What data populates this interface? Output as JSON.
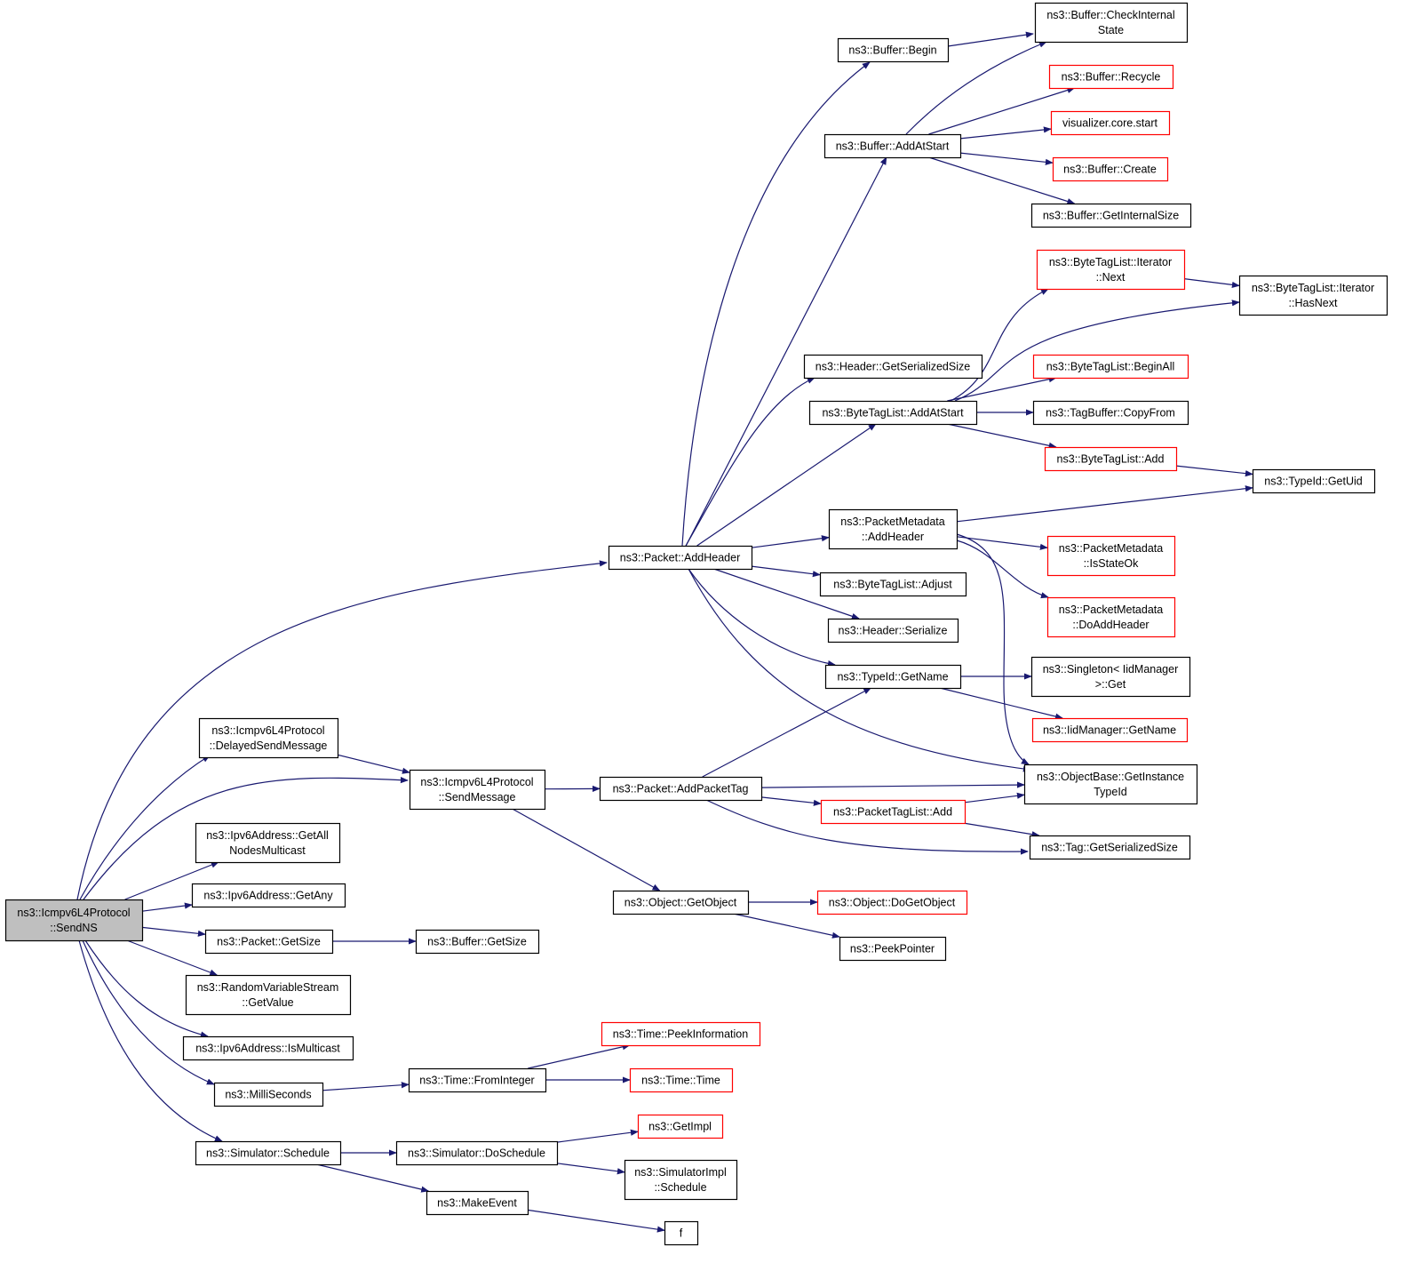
{
  "colors": {
    "edge": "#191970",
    "border_normal": "#000000",
    "border_truncated": "#ff0000",
    "root_fill": "#bfbfbf"
  },
  "nodes": {
    "root": {
      "lines": [
        "ns3::Icmpv6L4Protocol",
        "::SendNS"
      ],
      "style": "root"
    },
    "delayed": {
      "lines": [
        "ns3::Icmpv6L4Protocol",
        "::DelayedSendMessage"
      ],
      "style": "normal"
    },
    "sendmsg": {
      "lines": [
        "ns3::Icmpv6L4Protocol",
        "::SendMessage"
      ],
      "style": "normal"
    },
    "getallnodes": {
      "lines": [
        "ns3::Ipv6Address::GetAll",
        "NodesMulticast"
      ],
      "style": "normal"
    },
    "getany": {
      "lines": [
        "ns3::Ipv6Address::GetAny"
      ],
      "style": "normal"
    },
    "pktgetsize": {
      "lines": [
        "ns3::Packet::GetSize"
      ],
      "style": "normal"
    },
    "bufgetsize": {
      "lines": [
        "ns3::Buffer::GetSize"
      ],
      "style": "normal"
    },
    "rvsgetvalue": {
      "lines": [
        "ns3::RandomVariableStream",
        "::GetValue"
      ],
      "style": "normal"
    },
    "ismulticast": {
      "lines": [
        "ns3::Ipv6Address::IsMulticast"
      ],
      "style": "normal"
    },
    "milliseconds": {
      "lines": [
        "ns3::MilliSeconds"
      ],
      "style": "normal"
    },
    "fromint": {
      "lines": [
        "ns3::Time::FromInteger"
      ],
      "style": "normal"
    },
    "peekinfo": {
      "lines": [
        "ns3::Time::PeekInformation"
      ],
      "style": "truncated"
    },
    "timetime": {
      "lines": [
        "ns3::Time::Time"
      ],
      "style": "truncated"
    },
    "simschedule": {
      "lines": [
        "ns3::Simulator::Schedule"
      ],
      "style": "normal"
    },
    "dosched": {
      "lines": [
        "ns3::Simulator::DoSchedule"
      ],
      "style": "normal"
    },
    "getimpl": {
      "lines": [
        "ns3::GetImpl"
      ],
      "style": "truncated"
    },
    "simimplsched": {
      "lines": [
        "ns3::SimulatorImpl",
        "::Schedule"
      ],
      "style": "normal"
    },
    "makeevent": {
      "lines": [
        "ns3::MakeEvent"
      ],
      "style": "normal"
    },
    "f": {
      "lines": [
        "f"
      ],
      "style": "normal"
    },
    "addpackettag": {
      "lines": [
        "ns3::Packet::AddPacketTag"
      ],
      "style": "normal"
    },
    "objgetobject": {
      "lines": [
        "ns3::Object::GetObject"
      ],
      "style": "normal"
    },
    "dogetobject": {
      "lines": [
        "ns3::Object::DoGetObject"
      ],
      "style": "truncated"
    },
    "peekpointer": {
      "lines": [
        "ns3::PeekPointer"
      ],
      "style": "normal"
    },
    "pkttaglistadd": {
      "lines": [
        "ns3::PacketTagList::Add"
      ],
      "style": "truncated"
    },
    "getinstancetypeid": {
      "lines": [
        "ns3::ObjectBase::GetInstance",
        "TypeId"
      ],
      "style": "normal"
    },
    "taggetser": {
      "lines": [
        "ns3::Tag::GetSerializedSize"
      ],
      "style": "normal"
    },
    "addheader": {
      "lines": [
        "ns3::Packet::AddHeader"
      ],
      "style": "normal"
    },
    "bufbegin": {
      "lines": [
        "ns3::Buffer::Begin"
      ],
      "style": "normal"
    },
    "bufcheck": {
      "lines": [
        "ns3::Buffer::CheckInternal",
        "State"
      ],
      "style": "normal"
    },
    "bufaddatstart": {
      "lines": [
        "ns3::Buffer::AddAtStart"
      ],
      "style": "normal"
    },
    "bufrecycle": {
      "lines": [
        "ns3::Buffer::Recycle"
      ],
      "style": "truncated"
    },
    "vizstart": {
      "lines": [
        "visualizer.core.start"
      ],
      "style": "truncated"
    },
    "bufcreate": {
      "lines": [
        "ns3::Buffer::Create"
      ],
      "style": "truncated"
    },
    "bufgetinternal": {
      "lines": [
        "ns3::Buffer::GetInternalSize"
      ],
      "style": "normal"
    },
    "hdrgetser": {
      "lines": [
        "ns3::Header::GetSerializedSize"
      ],
      "style": "normal"
    },
    "btladdatstart": {
      "lines": [
        "ns3::ByteTagList::AddAtStart"
      ],
      "style": "normal"
    },
    "btlitnext": {
      "lines": [
        "ns3::ByteTagList::Iterator",
        "::Next"
      ],
      "style": "truncated"
    },
    "btlithasnext": {
      "lines": [
        "ns3::ByteTagList::Iterator",
        "::HasNext"
      ],
      "style": "normal"
    },
    "btlbeginall": {
      "lines": [
        "ns3::ByteTagList::BeginAll"
      ],
      "style": "truncated"
    },
    "tagbufcopy": {
      "lines": [
        "ns3::TagBuffer::CopyFrom"
      ],
      "style": "normal"
    },
    "btladd": {
      "lines": [
        "ns3::ByteTagList::Add"
      ],
      "style": "truncated"
    },
    "typeidgetuid": {
      "lines": [
        "ns3::TypeId::GetUid"
      ],
      "style": "normal"
    },
    "pmaddheader": {
      "lines": [
        "ns3::PacketMetadata",
        "::AddHeader"
      ],
      "style": "normal"
    },
    "pmisstateok": {
      "lines": [
        "ns3::PacketMetadata",
        "::IsStateOk"
      ],
      "style": "truncated"
    },
    "pmdoaddheader": {
      "lines": [
        "ns3::PacketMetadata",
        "::DoAddHeader"
      ],
      "style": "truncated"
    },
    "btladjust": {
      "lines": [
        "ns3::ByteTagList::Adjust"
      ],
      "style": "normal"
    },
    "hdrserialize": {
      "lines": [
        "ns3::Header::Serialize"
      ],
      "style": "normal"
    },
    "typeidgetname": {
      "lines": [
        "ns3::TypeId::GetName"
      ],
      "style": "normal"
    },
    "singletonget": {
      "lines": [
        "ns3::Singleton< IidManager",
        ">::Get"
      ],
      "style": "normal"
    },
    "iidgetname": {
      "lines": [
        "ns3::IidManager::GetName"
      ],
      "style": "truncated"
    }
  },
  "edges": [
    [
      "root",
      "addheader"
    ],
    [
      "root",
      "delayed"
    ],
    [
      "root",
      "sendmsg"
    ],
    [
      "root",
      "getallnodes"
    ],
    [
      "root",
      "getany"
    ],
    [
      "root",
      "pktgetsize"
    ],
    [
      "root",
      "rvsgetvalue"
    ],
    [
      "root",
      "ismulticast"
    ],
    [
      "root",
      "milliseconds"
    ],
    [
      "root",
      "simschedule"
    ],
    [
      "delayed",
      "sendmsg"
    ],
    [
      "sendmsg",
      "addpackettag"
    ],
    [
      "sendmsg",
      "objgetobject"
    ],
    [
      "pktgetsize",
      "bufgetsize"
    ],
    [
      "milliseconds",
      "fromint"
    ],
    [
      "fromint",
      "peekinfo"
    ],
    [
      "fromint",
      "timetime"
    ],
    [
      "simschedule",
      "dosched"
    ],
    [
      "simschedule",
      "makeevent"
    ],
    [
      "dosched",
      "getimpl"
    ],
    [
      "dosched",
      "simimplsched"
    ],
    [
      "makeevent",
      "f"
    ],
    [
      "objgetobject",
      "dogetobject"
    ],
    [
      "objgetobject",
      "peekpointer"
    ],
    [
      "addpackettag",
      "typeidgetname"
    ],
    [
      "addpackettag",
      "getinstancetypeid"
    ],
    [
      "addpackettag",
      "pkttaglistadd"
    ],
    [
      "addpackettag",
      "taggetser"
    ],
    [
      "pkttaglistadd",
      "getinstancetypeid"
    ],
    [
      "pkttaglistadd",
      "taggetser"
    ],
    [
      "addheader",
      "bufbegin"
    ],
    [
      "addheader",
      "bufaddatstart"
    ],
    [
      "addheader",
      "hdrgetser"
    ],
    [
      "addheader",
      "btladdatstart"
    ],
    [
      "addheader",
      "pmaddheader"
    ],
    [
      "addheader",
      "btladjust"
    ],
    [
      "addheader",
      "hdrserialize"
    ],
    [
      "addheader",
      "typeidgetname"
    ],
    [
      "addheader",
      "getinstancetypeid"
    ],
    [
      "bufbegin",
      "bufcheck"
    ],
    [
      "bufaddatstart",
      "bufcheck"
    ],
    [
      "bufaddatstart",
      "bufrecycle"
    ],
    [
      "bufaddatstart",
      "vizstart"
    ],
    [
      "bufaddatstart",
      "bufcreate"
    ],
    [
      "bufaddatstart",
      "bufgetinternal"
    ],
    [
      "btladdatstart",
      "btlitnext"
    ],
    [
      "btladdatstart",
      "btlithasnext"
    ],
    [
      "btladdatstart",
      "btlbeginall"
    ],
    [
      "btladdatstart",
      "tagbufcopy"
    ],
    [
      "btladdatstart",
      "btladd"
    ],
    [
      "btlitnext",
      "btlithasnext"
    ],
    [
      "btladd",
      "typeidgetuid"
    ],
    [
      "pmaddheader",
      "typeidgetuid"
    ],
    [
      "pmaddheader",
      "pmisstateok"
    ],
    [
      "pmaddheader",
      "pmdoaddheader"
    ],
    [
      "pmaddheader",
      "getinstancetypeid"
    ],
    [
      "typeidgetname",
      "singletonget"
    ],
    [
      "typeidgetname",
      "iidgetname"
    ]
  ]
}
